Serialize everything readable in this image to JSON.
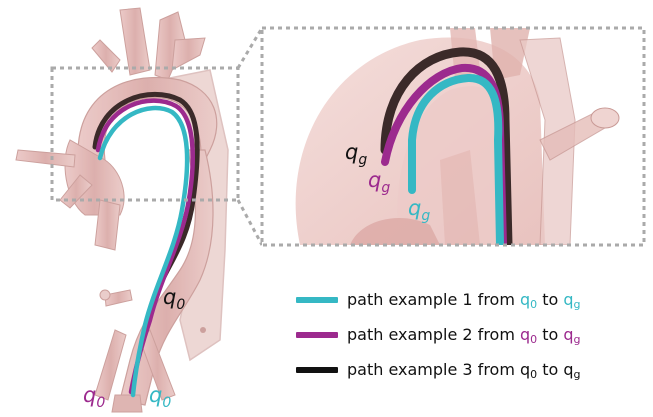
{
  "colors": {
    "path1": "#35b8c4",
    "path2": "#9c2a8e",
    "path3": "#3b2a29",
    "q_start_label": "#111111",
    "q_goal_label": "#111111"
  },
  "labels": {
    "q_symbol": "q",
    "q0_sub": "0",
    "qg_sub": "g"
  },
  "legend": [
    {
      "id": "path1",
      "prefix": "path example 1 from",
      "connector": "to",
      "from_symbol": "q",
      "from_sub": "0",
      "to_symbol": "q",
      "to_sub": "g",
      "color": "#35b8c4",
      "q_color": "#35b8c4"
    },
    {
      "id": "path2",
      "prefix": "path example 2 from",
      "connector": "to",
      "from_symbol": "q",
      "from_sub": "0",
      "to_symbol": "q",
      "to_sub": "g",
      "color": "#9c2a8e",
      "q_color": "#9c2a8e"
    },
    {
      "id": "path3",
      "prefix": "path example 3 from",
      "connector": "to",
      "from_symbol": "q",
      "from_sub": "0",
      "to_symbol": "q",
      "to_sub": "g",
      "color": "#111111",
      "q_color": "#111111"
    }
  ]
}
